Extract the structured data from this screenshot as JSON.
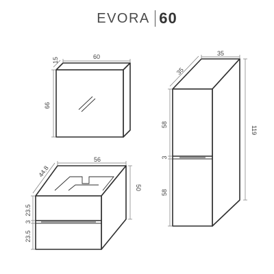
{
  "header": {
    "name": "EVORA",
    "size": "60"
  },
  "mirror_cabinet": {
    "width": "60",
    "depth": "15",
    "height": "66"
  },
  "tall_cabinet": {
    "width": "35",
    "depth": "35",
    "height": "119",
    "upper_door": "58",
    "gap": "3",
    "lower_door": "58"
  },
  "vanity": {
    "width": "56",
    "depth": "44.8",
    "height": "50",
    "drawer_upper": "23.5",
    "gap": "3",
    "drawer_lower": "23.5"
  }
}
